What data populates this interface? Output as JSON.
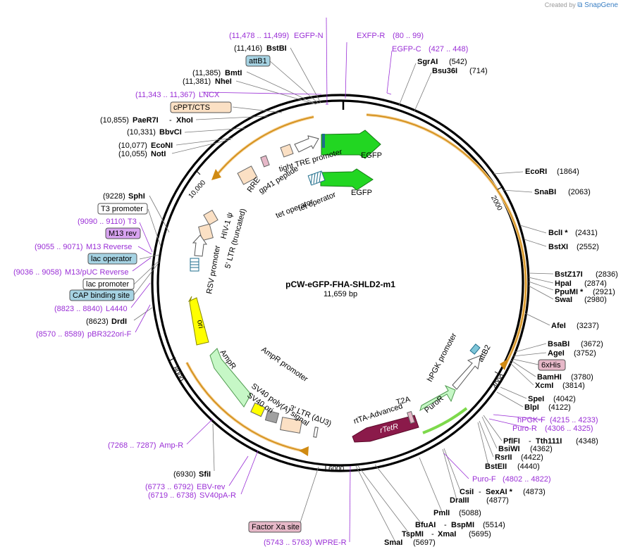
{
  "app": {
    "created_by": "Created by",
    "brand": "SnapGene"
  },
  "plasmid": {
    "name": "pCW-eGFP-FHA-SHLD2-m1",
    "length": "11,659 bp"
  },
  "ticks": [
    "2000",
    "4000",
    "6000",
    "8000",
    "10,000"
  ],
  "right_labels": [
    {
      "name": "EcoRI",
      "pos": "(1864)"
    },
    {
      "name": "SnaBI",
      "pos": "(2063)"
    },
    {
      "name": "BclI *",
      "pos": "(2431)"
    },
    {
      "name": "BstXI",
      "pos": "(2552)"
    },
    {
      "name": "BstZ17I",
      "pos": "(2836)"
    },
    {
      "name": "HpaI",
      "pos": "(2874)"
    },
    {
      "name": "PpuMI *",
      "pos": "(2921)"
    },
    {
      "name": "SwaI",
      "pos": "(2980)"
    },
    {
      "name": "AfeI",
      "pos": "(3237)"
    },
    {
      "name": "BsaBI",
      "pos": "(3672)"
    },
    {
      "name": "AgeI",
      "pos": "(3752)"
    },
    {
      "name": "BamHI",
      "pos": "(3780)"
    },
    {
      "name": "XcmI",
      "pos": "(3814)"
    },
    {
      "name": "SpeI",
      "pos": "(4042)"
    },
    {
      "name": "BlpI",
      "pos": "(4122)"
    },
    {
      "name": "PflFI",
      "name2": "Tth111I",
      "pos": "(4348)"
    },
    {
      "name": "BsiWI",
      "pos": "(4362)"
    },
    {
      "name": "RsrII",
      "pos": "(4422)"
    },
    {
      "name": "BstEII",
      "pos": "(4440)"
    },
    {
      "name": "CsiI",
      "name2": "SexAI *",
      "pos": "(4873)"
    },
    {
      "name": "DraIII",
      "pos": "(4877)"
    },
    {
      "name": "PmlI",
      "pos": "(5088)"
    },
    {
      "name": "BfuAI",
      "name2": "BspMI",
      "pos": "(5514)"
    },
    {
      "name": "TspMI",
      "name2": "XmaI",
      "pos": "(5695)"
    },
    {
      "name": "SmaI",
      "pos": "(5697)"
    },
    {
      "name": "SgrAI",
      "pos": "(542)"
    },
    {
      "name": "Bsu36I",
      "pos": "(714)"
    }
  ],
  "left_labels": [
    {
      "name": "BstBI",
      "pos": "(11,416)"
    },
    {
      "name": "BmtI",
      "pos": "(11,385)"
    },
    {
      "name": "NheI",
      "pos": "(11,381)"
    },
    {
      "name": "PaeR7I",
      "name2": "XhoI",
      "pos": "(10,855)"
    },
    {
      "name": "BbvCI",
      "pos": "(10,331)"
    },
    {
      "name": "EcoNI",
      "pos": "(10,077)"
    },
    {
      "name": "NotI",
      "pos": "(10,055)"
    },
    {
      "name": "SphI",
      "pos": "(9228)"
    },
    {
      "name": "DrdI",
      "pos": "(8623)"
    },
    {
      "name": "SfiI",
      "pos": "(6930)"
    }
  ],
  "primers": [
    {
      "name": "EGFP-N",
      "pos": "(11,478 .. 11,499)"
    },
    {
      "name": "EXFP-R",
      "pos": ""
    },
    {
      "name": "EGFP-C",
      "pos": "(427 .. 448)"
    },
    {
      "name": "",
      "pos": "(80 .. 99)"
    },
    {
      "name": "LNCX",
      "pos": "(11,343 .. 11,367)"
    },
    {
      "name": "T3",
      "pos": "(9090 .. 9110)"
    },
    {
      "name": "M13 Reverse",
      "pos": "(9055 .. 9071)"
    },
    {
      "name": "M13/pUC Reverse",
      "pos": "(9036 .. 9058)"
    },
    {
      "name": "L4440",
      "pos": "(8823 .. 8840)"
    },
    {
      "name": "pBR322ori-F",
      "pos": "(8570 .. 8589)"
    },
    {
      "name": "Amp-R",
      "pos": "(7268 .. 7287)"
    },
    {
      "name": "EBV-rev",
      "pos": "(6773 .. 6792)"
    },
    {
      "name": "SV40pA-R",
      "pos": "(6719 .. 6738)"
    },
    {
      "name": "WPRE-R",
      "pos": "(5743 .. 5763)"
    },
    {
      "name": "hPGK-F",
      "pos": "(4215 .. 4233)"
    },
    {
      "name": "Puro-R",
      "pos": "(4306 .. 4325)"
    },
    {
      "name": "Puro-F",
      "pos": "(4802 .. 4822)"
    }
  ],
  "boxed_labels": {
    "attB1": "attB1",
    "cppt": "cPPT/CTS",
    "t3_promoter": "T3 promoter",
    "m13rev": "M13 rev",
    "lac_operator": "lac operator",
    "lac_promoter": "lac promoter",
    "cap": "CAP binding site",
    "his": "6xHis",
    "factor_xa": "Factor Xa site"
  },
  "features": {
    "tight_tre": "tight TRE promoter",
    "egfp1": "EGFP",
    "egfp2": "EGFP",
    "tet_op1": "tet operator",
    "tet_op2": "tet operator",
    "gp41": "gp41 peptide",
    "rre": "RRE",
    "hiv_psi": "HIV-1 ψ",
    "ltr5": "5' LTR (truncated)",
    "rsv": "RSV promoter",
    "ori": "ori",
    "ampr": "AmpR",
    "ampr_promoter": "AmpR promoter",
    "sv40_polya": "SV40 poly(A) signal",
    "sv40_ori": "SV40 ori",
    "ltr3": "3' LTR (ΔU3)",
    "rtta": "rtTA-Advanced",
    "rtetr": "rTetR",
    "t2a": "T2A",
    "puror": "PuroR",
    "hpgk": "hPGK promoter",
    "attb2": "attB2"
  },
  "colors": {
    "backbone": "#000000",
    "orange_arc": "#e8a33a",
    "egfp": "#22d622",
    "ori": "#ffff00",
    "ampr": "#c6f7c6",
    "rtetr": "#8b1a4a",
    "primer": "#9a2fd6"
  }
}
